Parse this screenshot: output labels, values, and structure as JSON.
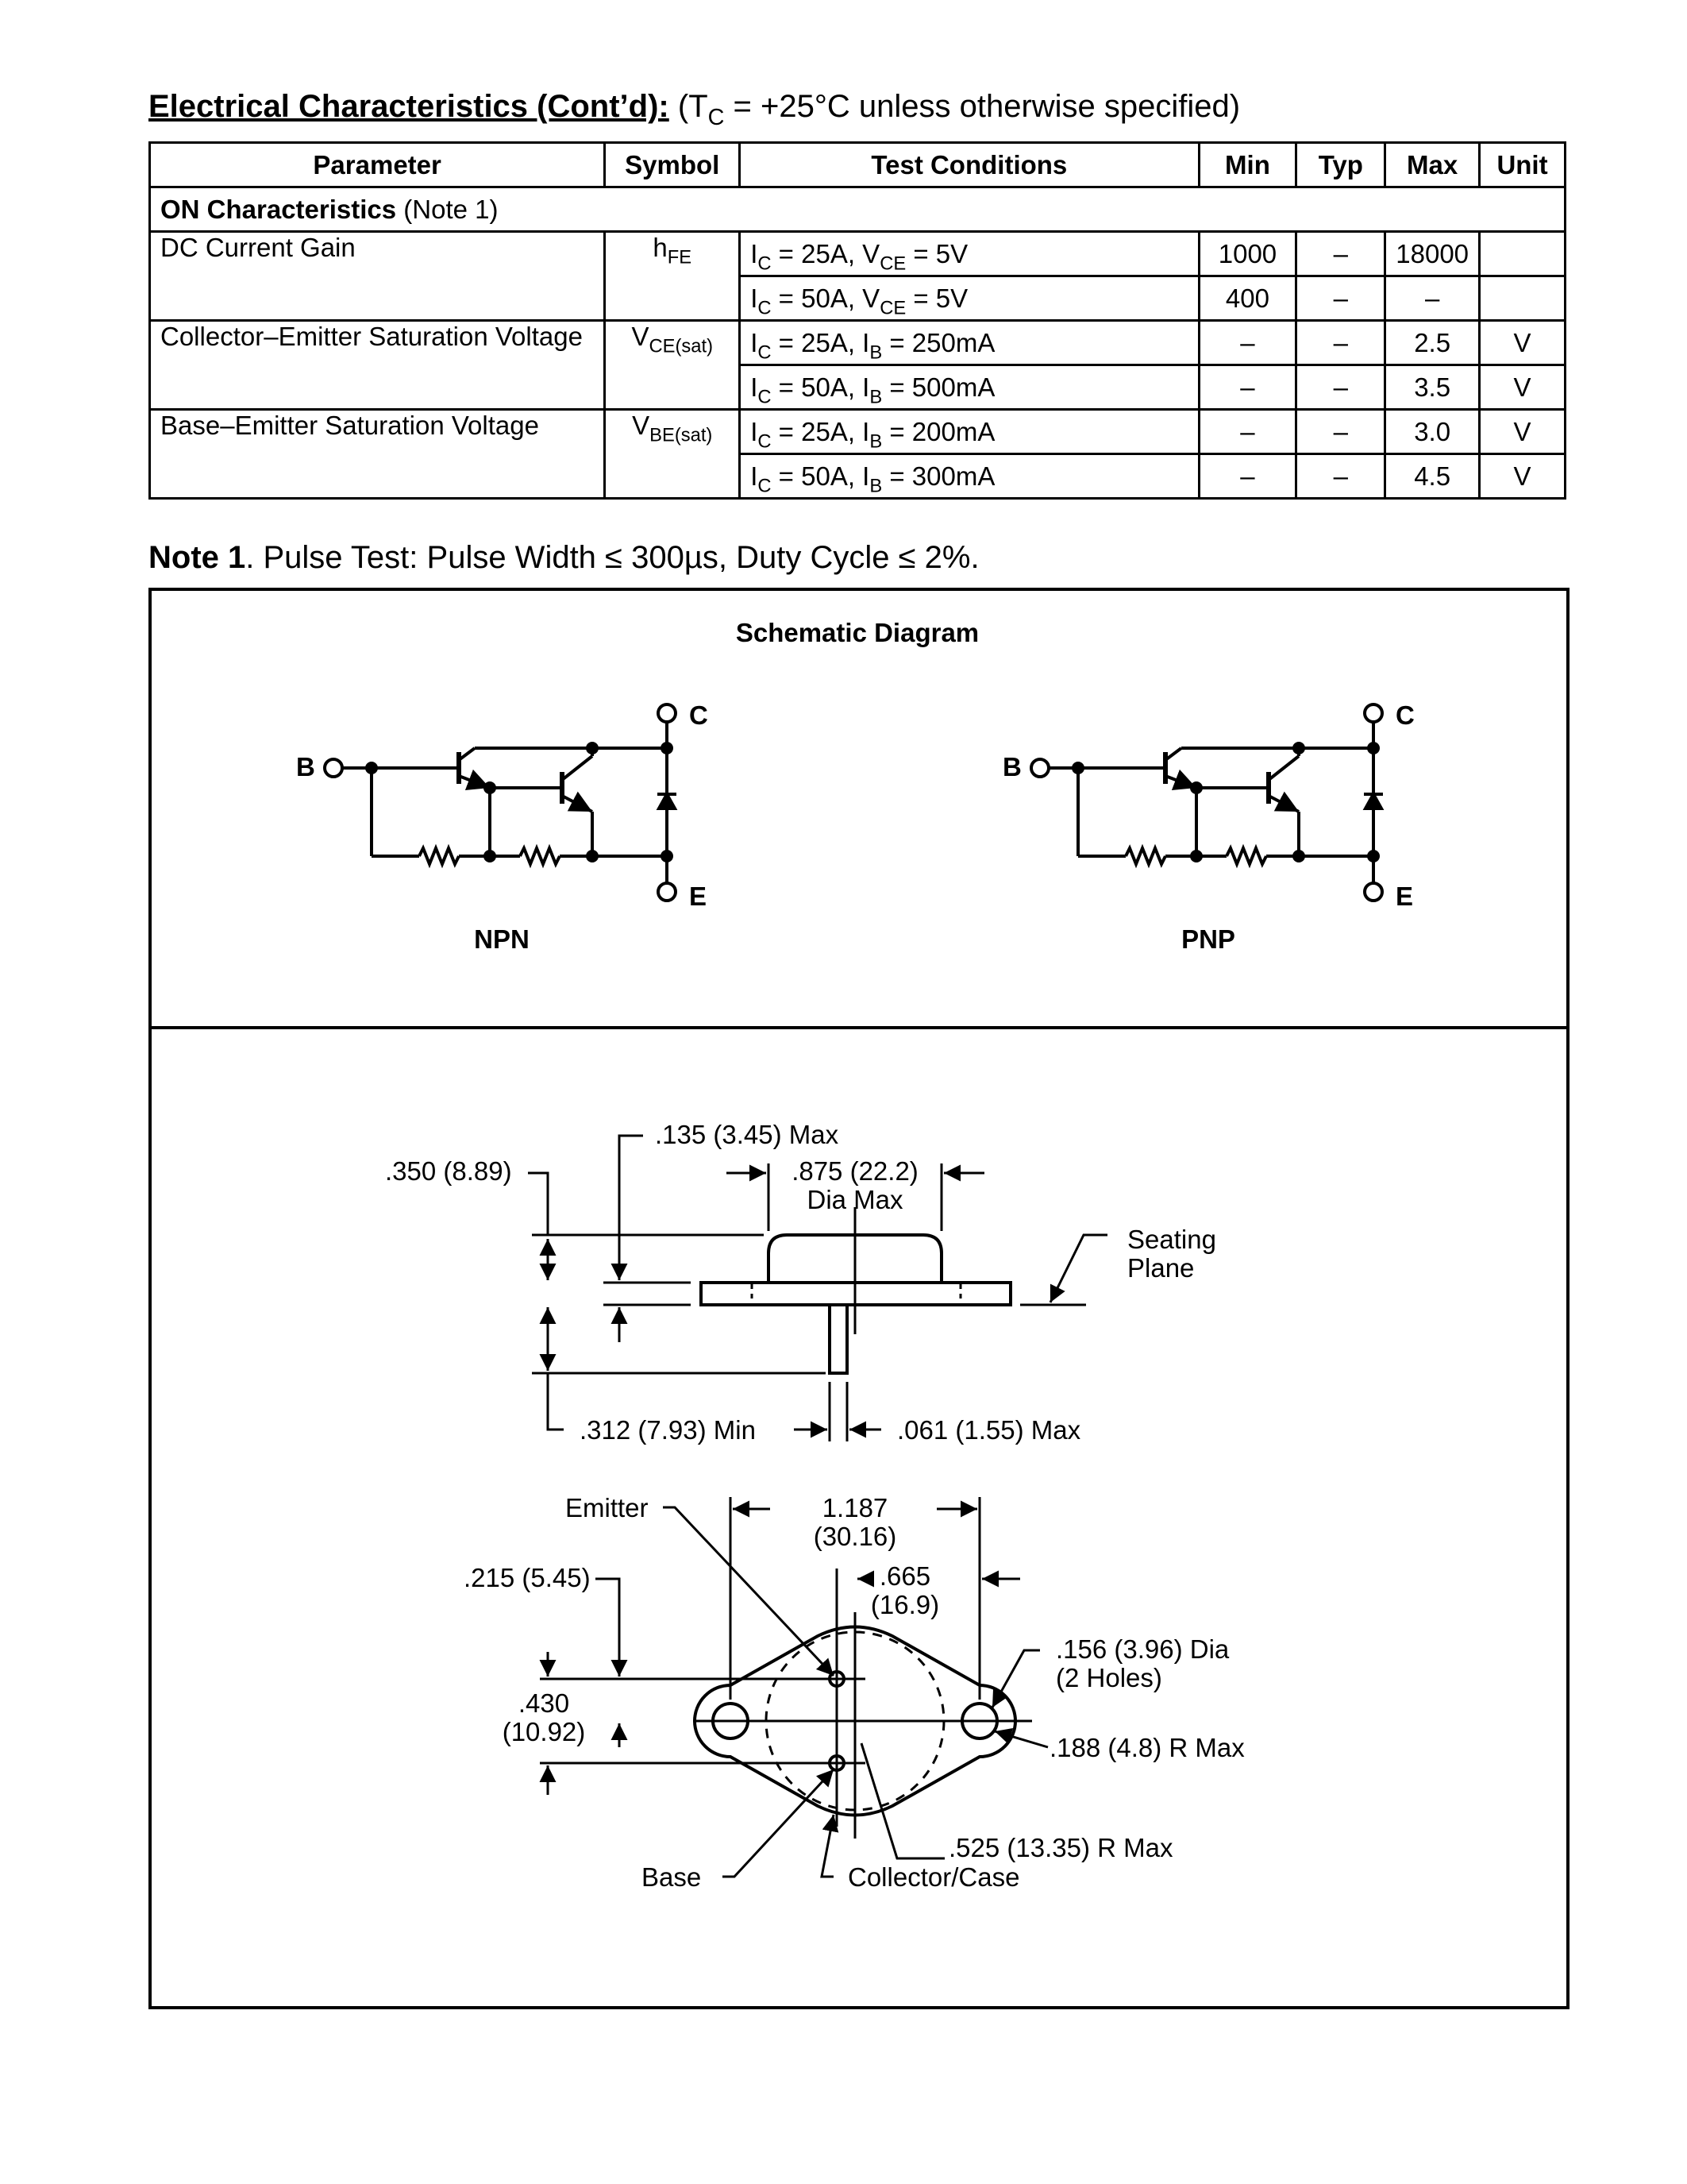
{
  "heading": {
    "title": "Electrical Characteristics (Cont’d):",
    "cond_open": "(T",
    "cond_sub": "C",
    "cond_rest": " = +25°C unless otherwise specified)"
  },
  "table": {
    "headers": [
      "Parameter",
      "Symbol",
      "Test Conditions",
      "Min",
      "Typ",
      "Max",
      "Unit"
    ],
    "section": {
      "label": "ON Characteristics",
      "note": " (Note 1)"
    },
    "groups": [
      {
        "parameter": "DC Current Gain",
        "symbol": "h",
        "symbol_sub": "FE",
        "rows": [
          {
            "c1": "I",
            "s1": "C",
            "c2": " = 25A, V",
            "s2": "CE",
            "c3": " = 5V",
            "min": "1000",
            "typ": "–",
            "max": "18000",
            "unit": ""
          },
          {
            "c1": "I",
            "s1": "C",
            "c2": " = 50A, V",
            "s2": "CE",
            "c3": " = 5V",
            "min": "400",
            "typ": "–",
            "max": "–",
            "unit": ""
          }
        ]
      },
      {
        "parameter": "Collector–Emitter Saturation Voltage",
        "symbol": "V",
        "symbol_sub": "CE(sat)",
        "rows": [
          {
            "c1": "I",
            "s1": "C",
            "c2": " = 25A, I",
            "s2": "B",
            "c3": " = 250mA",
            "min": "–",
            "typ": "–",
            "max": "2.5",
            "unit": "V"
          },
          {
            "c1": "I",
            "s1": "C",
            "c2": " = 50A, I",
            "s2": "B",
            "c3": " = 500mA",
            "min": "–",
            "typ": "–",
            "max": "3.5",
            "unit": "V"
          }
        ]
      },
      {
        "parameter": "Base–Emitter Saturation Voltage",
        "symbol": "V",
        "symbol_sub": "BE(sat)",
        "rows": [
          {
            "c1": "I",
            "s1": "C",
            "c2": " = 25A, I",
            "s2": "B",
            "c3": " = 200mA",
            "min": "–",
            "typ": "–",
            "max": "3.0",
            "unit": "V"
          },
          {
            "c1": "I",
            "s1": "C",
            "c2": " = 50A, I",
            "s2": "B",
            "c3": " = 300mA",
            "min": "–",
            "typ": "–",
            "max": "4.5",
            "unit": "V"
          }
        ]
      }
    ]
  },
  "note": {
    "label": "Note  1",
    "text": ". Pulse Test:  Pulse Width ≤ 300µs, Duty Cycle ≤ 2%."
  },
  "schematic": {
    "title": "Schematic Diagram",
    "terminal_b": "B",
    "terminal_c": "C",
    "terminal_e": "E",
    "npn_label": "NPN",
    "pnp_label": "PNP"
  },
  "dimensions": {
    "d135": ".135 (3.45) Max",
    "d350": ".350 (8.89)",
    "d875a": ".875 (22.2)",
    "d875b": "Dia Max",
    "seating_a": "Seating",
    "seating_b": "Plane",
    "d312": ".312 (7.93) Min",
    "d061": ".061 (1.55) Max",
    "emitter": "Emitter",
    "d1187a": "1.187",
    "d1187b": "(30.16)",
    "d665a": ".665",
    "d665b": "(16.9)",
    "d215": ".215 (5.45)",
    "d156a": ".156 (3.96) Dia",
    "d156b": "(2 Holes)",
    "d430a": ".430",
    "d430b": "(10.92)",
    "d188": ".188 (4.8) R Max",
    "d525": ".525 (13.35) R Max",
    "base": "Base",
    "collector": "Collector/Case"
  }
}
